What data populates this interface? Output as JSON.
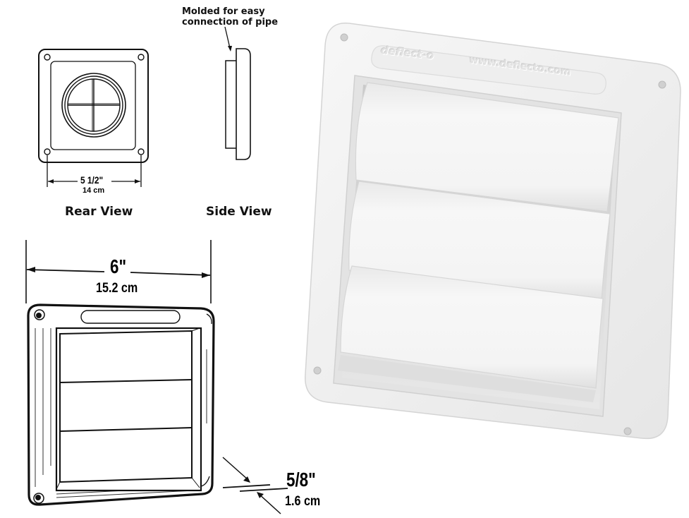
{
  "rear_view": {
    "label": "Rear View",
    "dimension_imperial": "5 1/2\"",
    "dimension_metric": "14 cm"
  },
  "side_view": {
    "label": "Side View",
    "callout_line1": "Molded for easy",
    "callout_line2": "connection of pipe"
  },
  "front_drawing": {
    "width_imperial": "6\"",
    "width_metric": "15.2 cm",
    "depth_imperial": "5/8\"",
    "depth_metric": "1.6 cm"
  },
  "product_photo": {
    "brand_emboss": "deflect-o",
    "url_emboss": "www.deflecto.com",
    "louver_count": 3,
    "colors": {
      "frame": "#f2f2f2",
      "frame_shadow": "#d9d9d9",
      "louver": "#f7f7f7",
      "louver_shade": "#e4e4e4"
    }
  }
}
